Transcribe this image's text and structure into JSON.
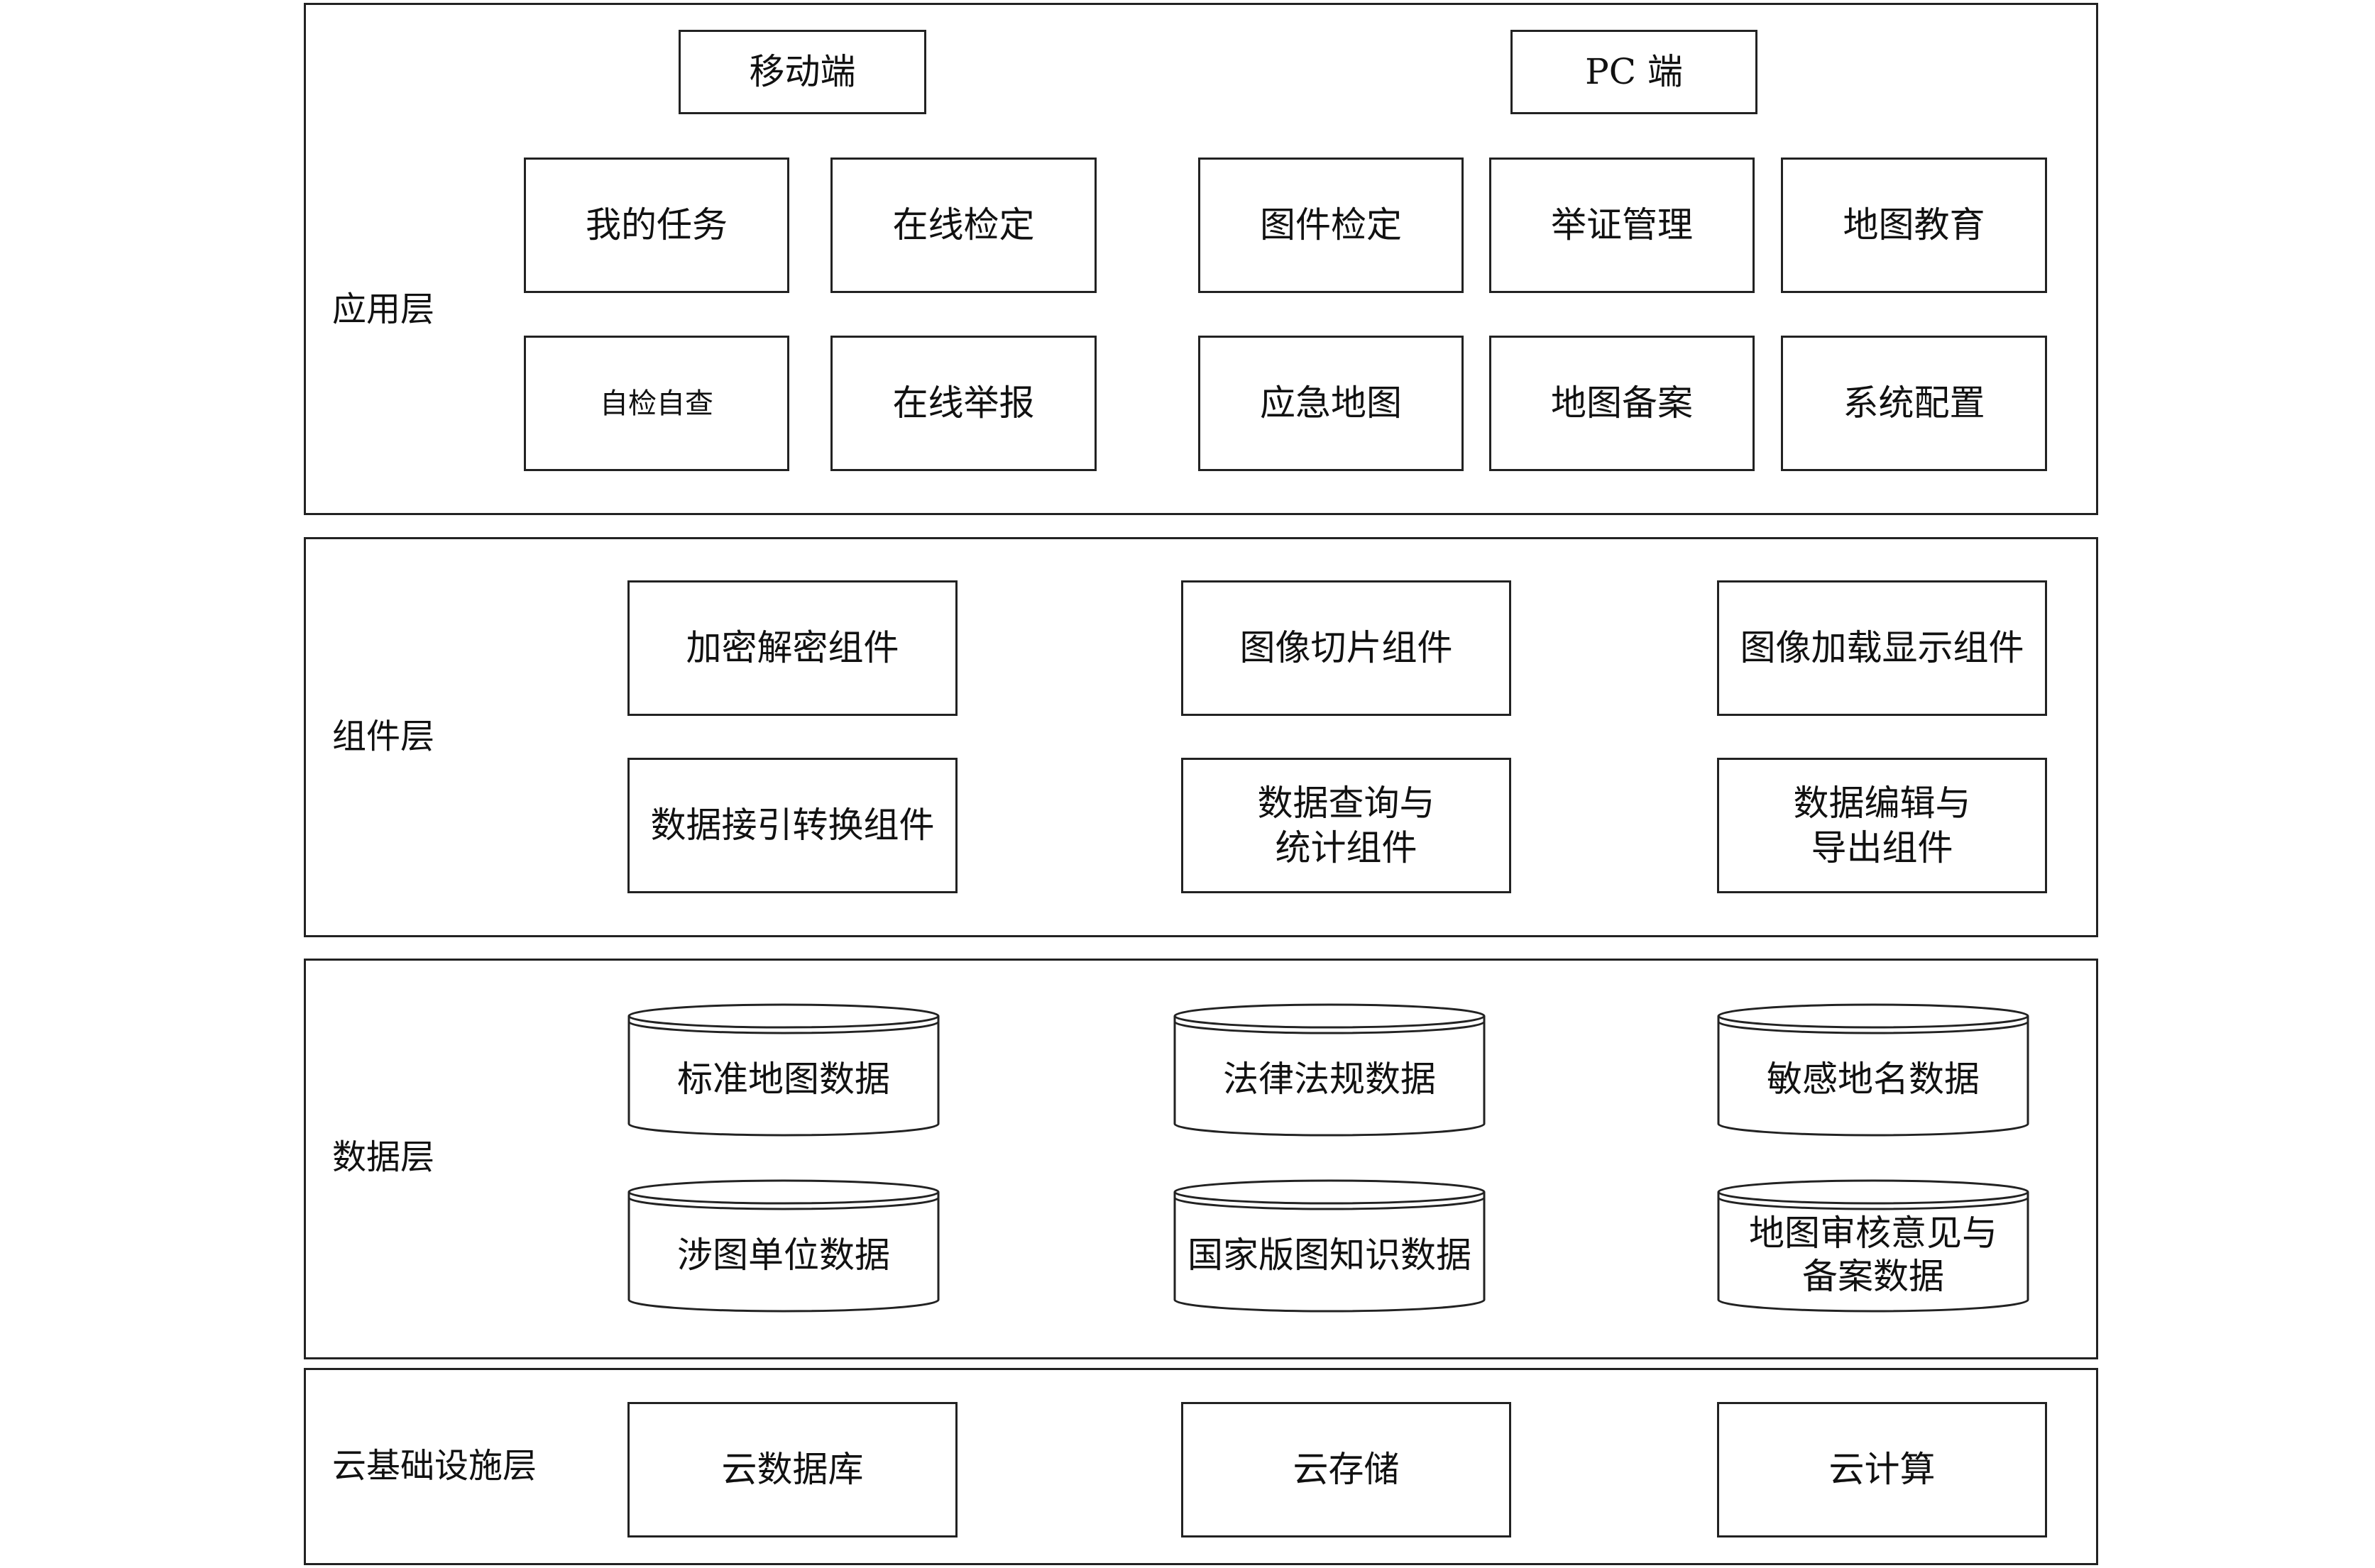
{
  "application_layer": {
    "label": "应用层",
    "mobile_header": "移动端",
    "pc_header": "PC 端",
    "mobile_items": [
      "我的任务",
      "在线检定",
      "自检自查",
      "在线举报"
    ],
    "pc_items": [
      "图件检定",
      "举证管理",
      "地图教育",
      "应急地图",
      "地图备案",
      "系统配置"
    ]
  },
  "component_layer": {
    "label": "组件层",
    "items": [
      [
        "加密解密组件"
      ],
      [
        "图像切片组件"
      ],
      [
        "图像加载显示组件"
      ],
      [
        "数据接引转换组件"
      ],
      [
        "数据查询与",
        "统计组件"
      ],
      [
        "数据编辑与",
        "导出组件"
      ]
    ]
  },
  "data_layer": {
    "label": "数据层",
    "items": [
      [
        "标准地图数据"
      ],
      [
        "法律法规数据"
      ],
      [
        "敏感地名数据"
      ],
      [
        "涉图单位数据"
      ],
      [
        "国家版图知识数据"
      ],
      [
        "地图审核意见与",
        "备案数据"
      ]
    ]
  },
  "cloud_layer": {
    "label": "云基础设施层",
    "items": [
      "云数据库",
      "云存储",
      "云计算"
    ]
  }
}
